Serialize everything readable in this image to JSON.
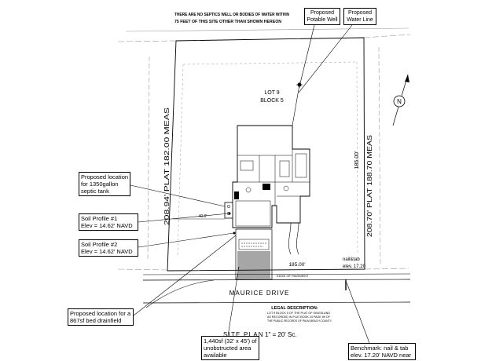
{
  "notice": {
    "line1": "THERE ARE NO SEPTICS WELL OR BODIES OF WATER WITHIN",
    "line2": "75 FEET OF THIS SITE OTHER THAN SHOWN HEREON"
  },
  "callouts": {
    "potable_well": {
      "line1": "Proposed",
      "line2": "Potable Well"
    },
    "water_line": {
      "line1": "Proposed",
      "line2": "Water Line"
    },
    "septic_tank": {
      "line1": "Proposed location",
      "line2": "for 1350gallon",
      "line3": "septic tank"
    },
    "soil_profile_1": {
      "line1": "Soil Profile #1",
      "line2": "Elev = 14.62' NAVD"
    },
    "soil_profile_2": {
      "line1": "Soil Profile #2",
      "line2": "Elev = 14.62' NAVD"
    },
    "drainfield": {
      "line1": "Proposed location for a",
      "line2": "867sf bed drainfield"
    },
    "unobstructed_area": {
      "line1": "1,440sf (32' x 45') of",
      "line2": "unobstructed area",
      "line3": "available"
    },
    "benchmark": {
      "line1": "Benchmark: nail & tab",
      "line2": "elev. 17.20' NAVD near"
    }
  },
  "lot": {
    "lot": "LOT 9",
    "block": "BLOCK 5"
  },
  "dimensions": {
    "west_line": "208.94' PLAT 182.00 MEAS",
    "east_line": "208.70' PLAT 188.70 MEAS",
    "east_inner": "185.00'",
    "front": "185.00'",
    "septic_offset": "40.6'"
  },
  "benchmark_label": {
    "line1": "nail&tab",
    "line2": "elev. 17.20"
  },
  "street": {
    "name": "MAURICE DRIVE",
    "edge": "EDGE OF PAVEMENT"
  },
  "legal": {
    "heading": "LEGAL DESCRIPTION:",
    "line1": "LOT 9 BLOCK 5 OF THE PLAT OF KINGSLAND",
    "line2": "AS RECORDED IN PLAT BOOK 24 PAGE 89 OF",
    "line3": "THE PUBLIC RECORDS OF PALM BEACH COUNTY"
  },
  "title": {
    "name": "SITE PLAN",
    "scale": "1\" = 20' Sc."
  },
  "north_arrow": {
    "label": "N"
  },
  "symbols": {
    "north": "north-arrow-icon",
    "well": "well-icon",
    "septic": "septic-tank-icon"
  },
  "colors": {
    "ink": "#000000",
    "faint": "#9a9a9a",
    "paper": "#ffffff"
  }
}
